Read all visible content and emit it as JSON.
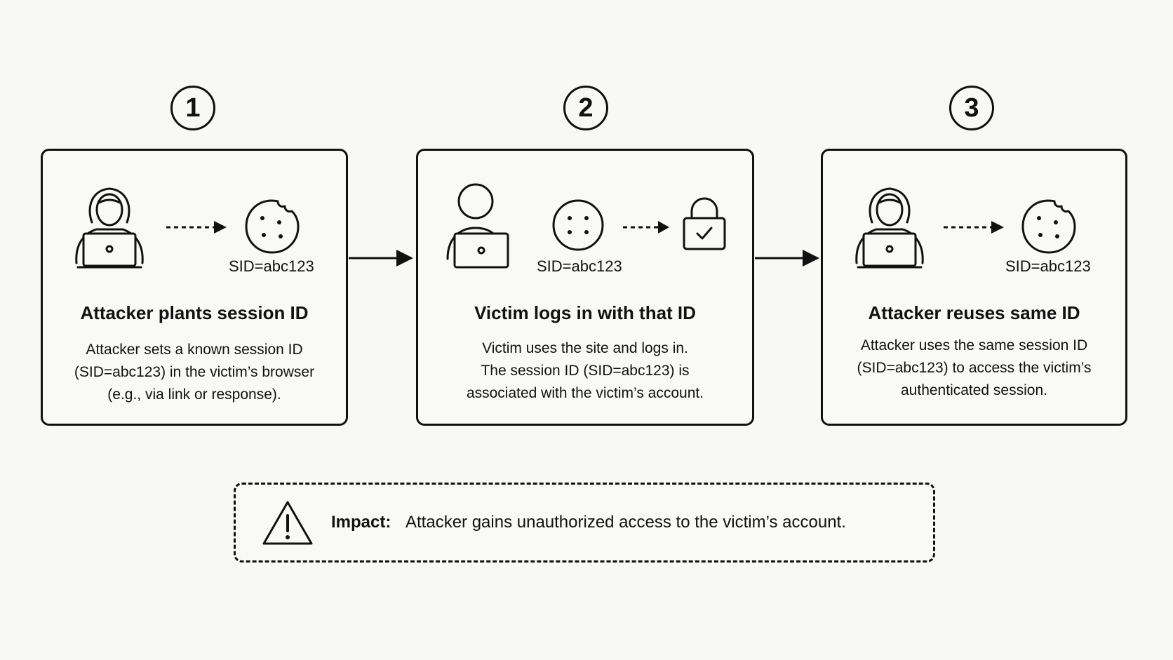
{
  "steps": [
    {
      "number": "1",
      "sid": "SID=abc123",
      "title": "Attacker plants session ID",
      "description": [
        "Attacker sets a known session ID",
        "(SID=abc123) in the victim’s browser",
        "(e.g., via link or response)."
      ],
      "icons": [
        "hacker-icon",
        "dashed-arrow-icon",
        "cookie-icon"
      ]
    },
    {
      "number": "2",
      "sid": "SID=abc123",
      "title": "Victim logs in with that ID",
      "description": [
        "Victim uses the site and logs in.",
        "The session ID (SID=abc123) is",
        "associated with the victim’s account."
      ],
      "icons": [
        "user-laptop-icon",
        "cookie-icon",
        "dashed-arrow-icon",
        "padlock-check-icon"
      ]
    },
    {
      "number": "3",
      "sid": "SID=abc123",
      "title": "Attacker reuses same ID",
      "description": [
        "Attacker uses the same session ID",
        "(SID=abc123) to access the victim’s",
        "authenticated session."
      ],
      "icons": [
        "hacker-icon",
        "dashed-arrow-icon",
        "cookie-icon"
      ]
    }
  ],
  "impact": {
    "label": "Impact:",
    "text": "Attacker gains unauthorized access to the victim’s account.",
    "icon": "warning-triangle-icon"
  },
  "colors": {
    "stroke": "#111111",
    "background": "#f8f8f7"
  }
}
